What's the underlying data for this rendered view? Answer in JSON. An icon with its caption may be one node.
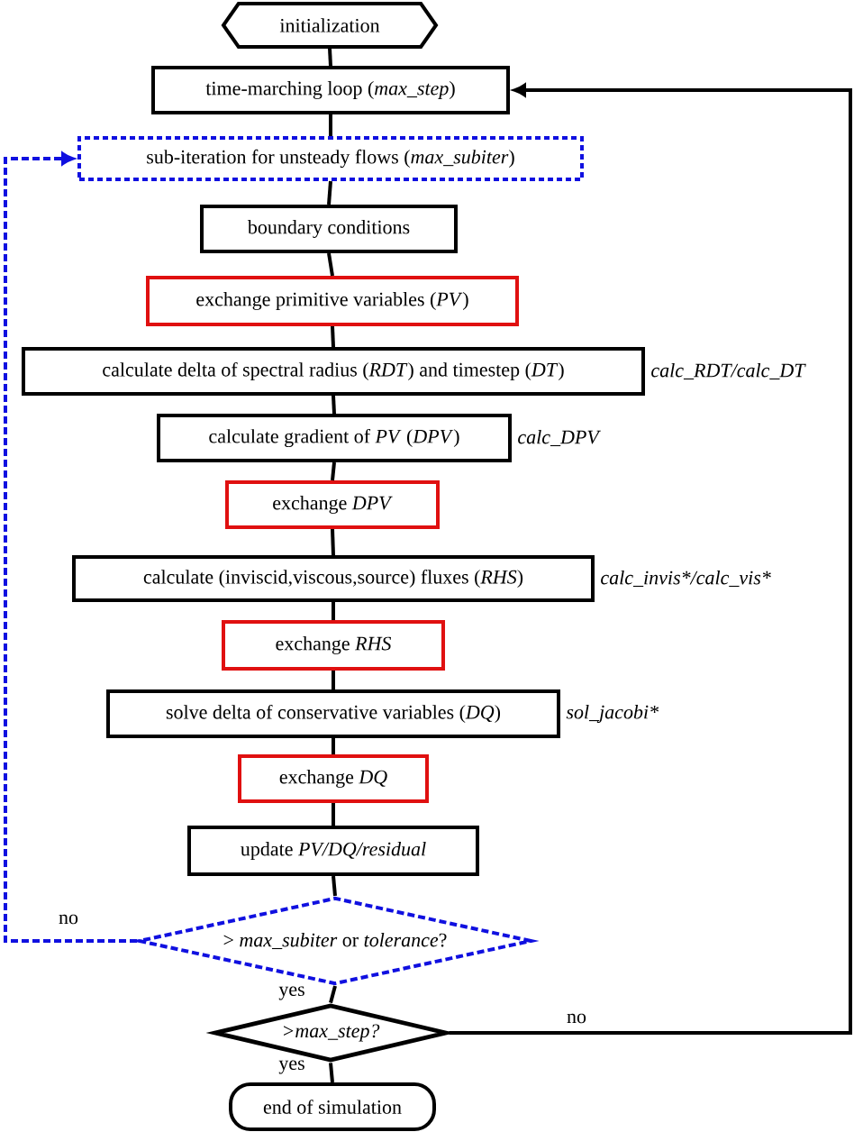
{
  "diagram": {
    "nodes": [
      {
        "text": [
          "initialization"
        ]
      },
      {
        "text": [
          "time-marching loop (*max_step*)"
        ]
      },
      {
        "text": [
          "sub-iteration for unsteady flows (*max_subiter*)"
        ]
      },
      {
        "text": [
          "boundary conditions"
        ]
      },
      {
        "text": [
          "exchange primitive variables (*PV*)"
        ]
      },
      {
        "text": [
          "calculate delta of spectral radius (*RDT*) and timestep (*DT*)"
        ],
        "beside": [
          "calc_RDT/calc_DT"
        ]
      },
      {
        "text": [
          "calculate gradient of *PV* (*DPV*)"
        ],
        "beside": [
          "calc_DPV"
        ]
      },
      {
        "text": [
          "exchange *DPV*"
        ]
      },
      {
        "text": [
          "calculate (inviscid,viscous,source) fluxes (*RHS*)"
        ],
        "beside": [
          "calc_invis*/calc_vis*"
        ]
      },
      {
        "text": [
          "exchange *RHS*"
        ]
      },
      {
        "text": [
          "solve delta of conservative variables (*DQ*)"
        ],
        "beside": [
          "sol_jacobi*"
        ]
      },
      {
        "text": [
          "exchange *DQ*"
        ]
      },
      {
        "text": [
          "update *PV/DQ/residual*"
        ]
      },
      {
        "text": [
          "> *max_subiter* or *tolerance*?"
        ]
      },
      {
        "text": [
          ">max_step?"
        ]
      },
      {
        "text": [
          "end of simulation"
        ]
      }
    ],
    "edges": [
      {
        "from": 0,
        "to": 1,
        "arrow": "none"
      },
      {
        "from": 1,
        "to": 2,
        "arrow": "none"
      },
      {
        "from": 2,
        "to": 3,
        "arrow": "none"
      },
      {
        "from": 3,
        "to": 4,
        "arrow": "none"
      },
      {
        "from": 4,
        "to": 5,
        "arrow": "none"
      },
      {
        "from": 5,
        "to": 6,
        "arrow": "none"
      },
      {
        "from": 6,
        "to": 7,
        "arrow": "none"
      },
      {
        "from": 7,
        "to": 8,
        "arrow": "none"
      },
      {
        "from": 8,
        "to": 9,
        "arrow": "none"
      },
      {
        "from": 9,
        "to": 10,
        "arrow": "none"
      },
      {
        "from": 10,
        "to": 11,
        "arrow": "none"
      },
      {
        "from": 11,
        "to": 12,
        "arrow": "none"
      },
      {
        "from": 12,
        "to": 13,
        "arrow": "none"
      },
      {
        "from": 13,
        "to": 14,
        "arrow": "none",
        "label": "yes"
      },
      {
        "from": 14,
        "to": 15,
        "arrow": "none",
        "label": "yes"
      },
      {
        "from": 13,
        "to": 2,
        "arrow": "to",
        "label": "no",
        "style": "dashed",
        "color": "#1010e0"
      },
      {
        "from": 14,
        "to": 1,
        "arrow": "to",
        "label": "no"
      }
    ]
  }
}
